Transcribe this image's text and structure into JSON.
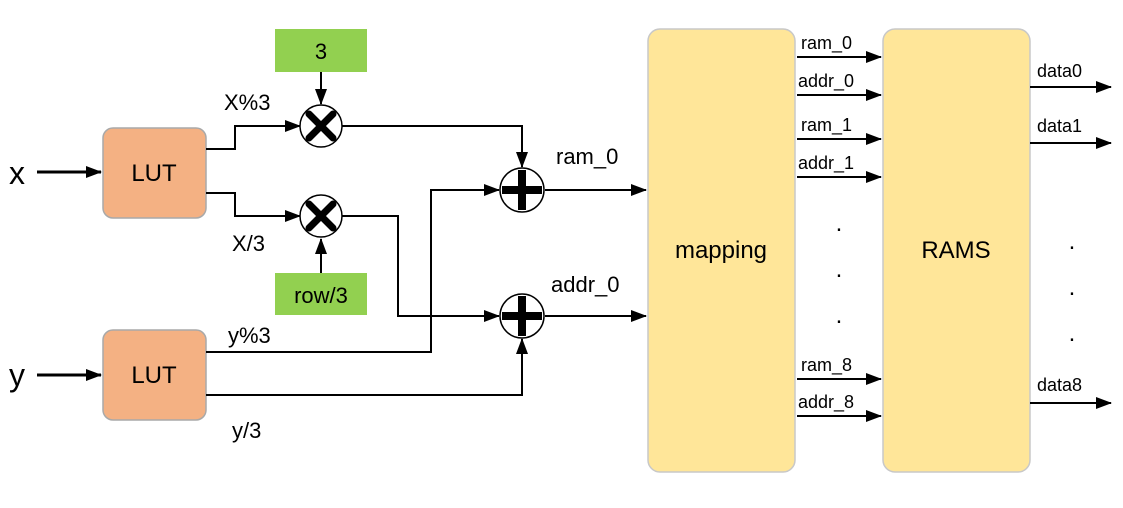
{
  "inputs": {
    "x": "x",
    "y": "y"
  },
  "blocks": {
    "lut_x": "LUT",
    "lut_y": "LUT",
    "const_3": "3",
    "const_row3": "row/3",
    "mapping": "mapping",
    "rams": "RAMS"
  },
  "signals": {
    "x_mod3": "X%3",
    "x_div3": "X/3",
    "y_mod3": "y%3",
    "y_div3": "y/3",
    "ram_0": "ram_0",
    "addr_0": "addr_0"
  },
  "bus": [
    "ram_0",
    "addr_0",
    "ram_1",
    "addr_1",
    "ram_8",
    "addr_8"
  ],
  "outputs": [
    "data0",
    "data1",
    "data8"
  ],
  "ellipsis": "."
}
